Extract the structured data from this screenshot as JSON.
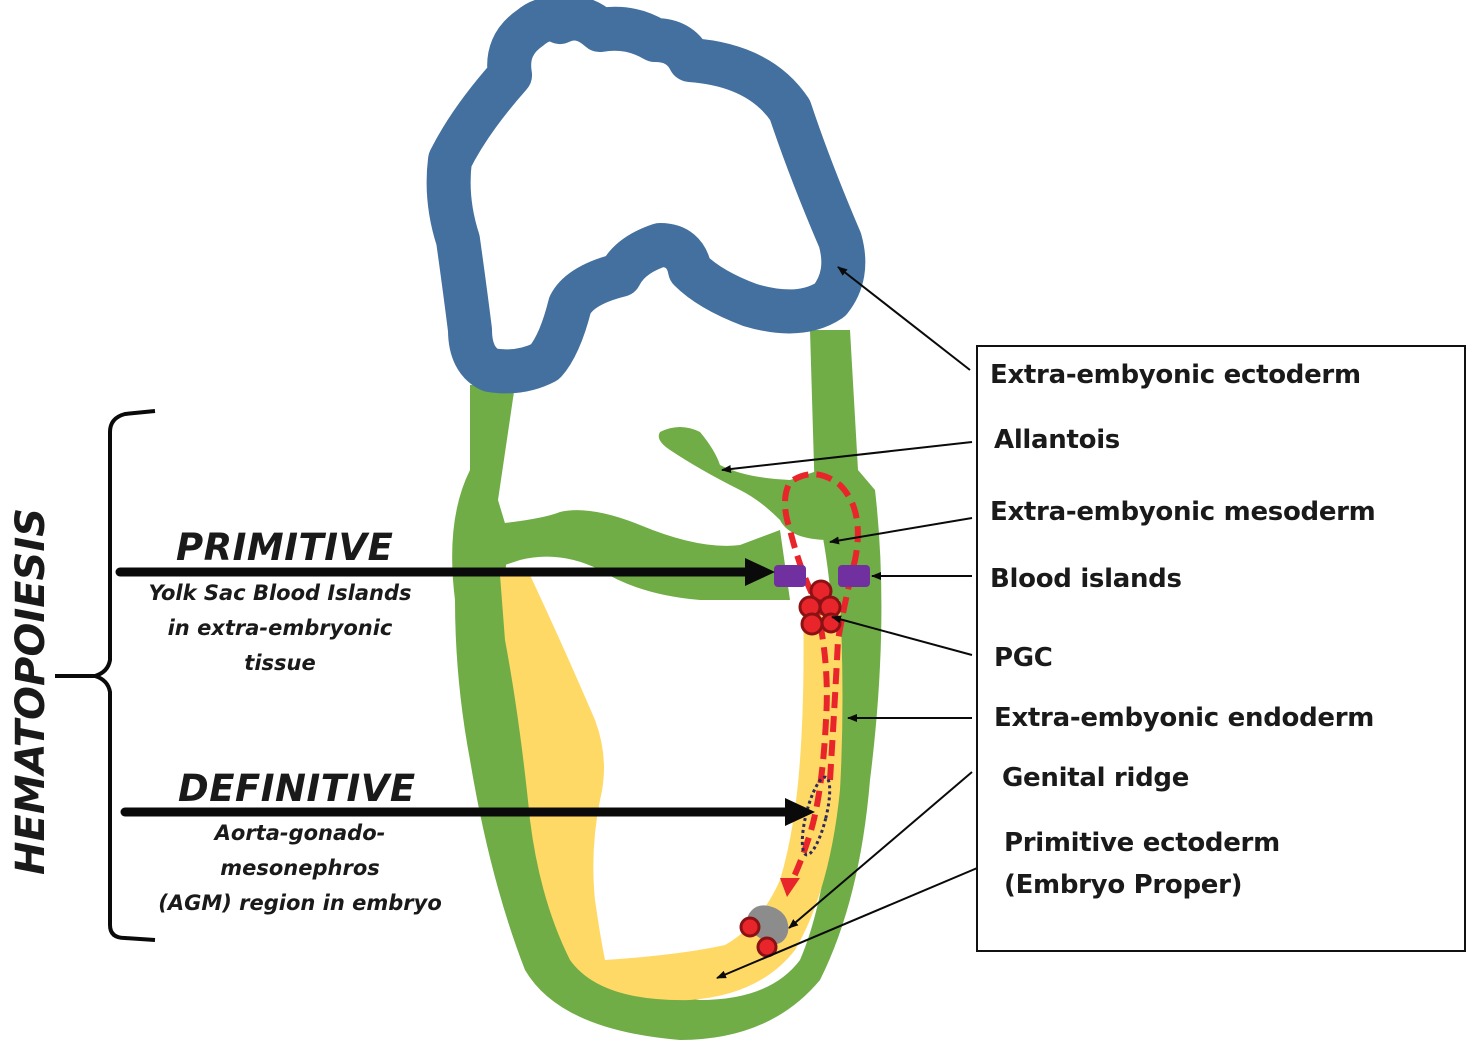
{
  "title": "HEMATOPOIESIS",
  "stages": [
    {
      "heading": "PRIMITIVE",
      "description_lines": [
        "Yolk Sac Blood Islands",
        "in extra-embryonic",
        "tissue"
      ]
    },
    {
      "heading": "DEFINITIVE",
      "description_lines": [
        "Aorta-gonado-",
        "mesonephros",
        "(AGM) region in embryo"
      ]
    }
  ],
  "legend": {
    "labels": [
      {
        "text": "Extra-embyonic ectoderm"
      },
      {
        "text": "Allantois"
      },
      {
        "text": "Extra-embyonic mesoderm"
      },
      {
        "text": "Blood islands"
      },
      {
        "text": "PGC"
      },
      {
        "text": "Extra-embyonic endoderm"
      },
      {
        "text": "Genital ridge"
      },
      {
        "text": "Primitive ectoderm"
      },
      {
        "text": "(Embryo Proper)"
      }
    ]
  },
  "colors": {
    "ectoderm": "#43709e",
    "mesoderm": "#70ad47",
    "embryo": "#ffd966",
    "blood_island": "#7030a0",
    "pgc_fill": "#e8252a",
    "pgc_outline": "#8b1214",
    "migration_path": "#e8252a",
    "genital_ridge": "#8c8c8c",
    "agm_outline": "#2e2a5c",
    "arrow": "#0a0a0a"
  }
}
